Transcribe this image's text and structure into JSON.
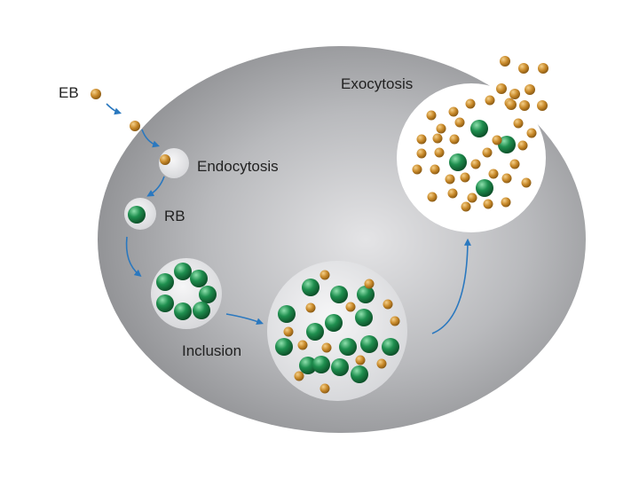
{
  "labels": {
    "eb": "EB",
    "endocytosis": "Endocytosis",
    "rb": "RB",
    "inclusion": "Inclusion",
    "exocytosis": "Exocytosis"
  },
  "colors": {
    "cell_light": "#e4e4e6",
    "cell_dark": "#8a8b8e",
    "vacuole_fill": "#e9eaec",
    "eb_body": "#c98a2a",
    "rb_body": "#1f8f4f",
    "arrow": "#2a78bf",
    "text": "#222222"
  },
  "icons": {
    "eb_particle": "orange-sphere-icon",
    "rb_particle": "green-sphere-icon",
    "flow_arrow": "curved-arrow-icon"
  }
}
